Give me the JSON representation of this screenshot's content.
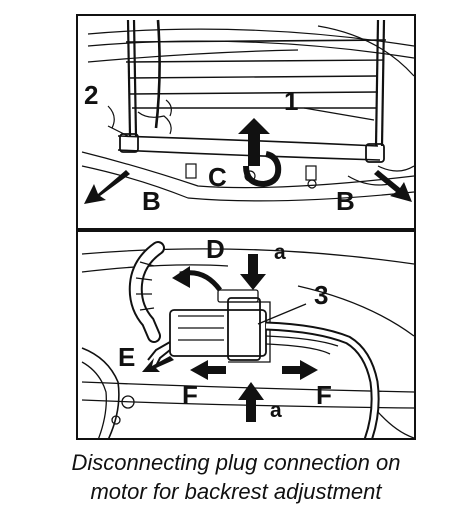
{
  "top_panel": {
    "labels": {
      "part_1": "1",
      "part_2": "2",
      "arrow_b_left": "B",
      "arrow_b_right": "B",
      "arrow_c": "C"
    }
  },
  "bottom_panel": {
    "labels": {
      "arrow_d": "D",
      "arrow_a_top": "a",
      "part_3": "3",
      "arrow_e": "E",
      "arrow_f_left": "F",
      "arrow_f_right": "F",
      "arrow_a_bottom": "a"
    }
  },
  "caption": {
    "line1": "Disconnecting plug connection on",
    "line2": "motor for backrest adjustment"
  }
}
